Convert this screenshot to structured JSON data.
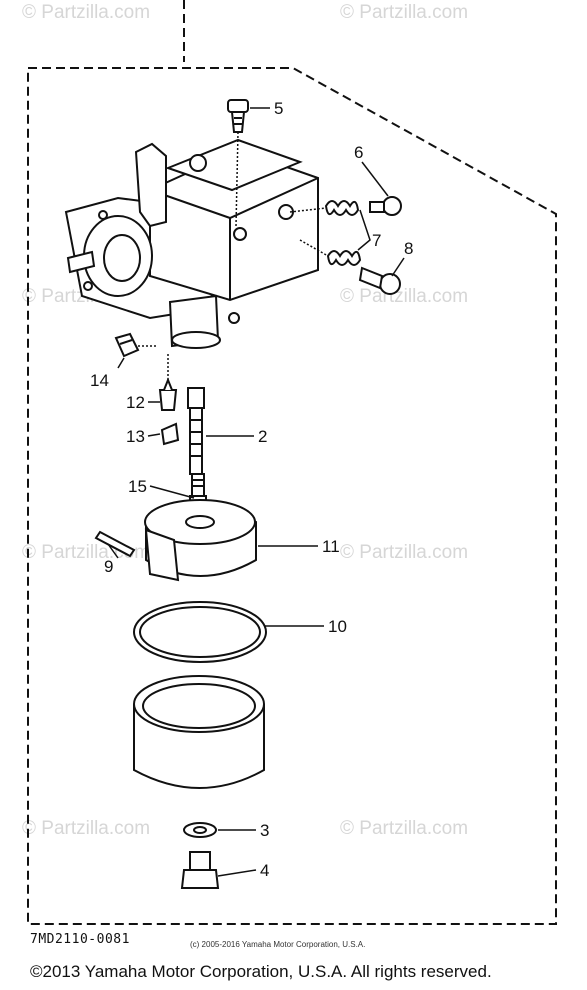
{
  "watermarks": [
    "© Partzilla.com",
    "© Partzilla.com",
    "© Partzilla.com",
    "© Partzilla.com",
    "© Partzilla.com",
    "© Partzilla.com",
    "© Partzilla.com",
    "© Partzilla.com"
  ],
  "callouts": {
    "c1": "2",
    "c2": "3",
    "c3": "4",
    "c4": "5",
    "c5": "6",
    "c6": "7",
    "c7": "8",
    "c8": "9",
    "c9": "10",
    "c10": "11",
    "c11": "12",
    "c12": "13",
    "c13": "14",
    "c14": "15"
  },
  "diagram_code": "7MD2110-0081",
  "small_copyright": "(c) 2005-2016 Yamaha Motor Corporation, U.S.A.",
  "copyright": "©2013 Yamaha Motor Corporation, U.S.A. All rights reserved."
}
